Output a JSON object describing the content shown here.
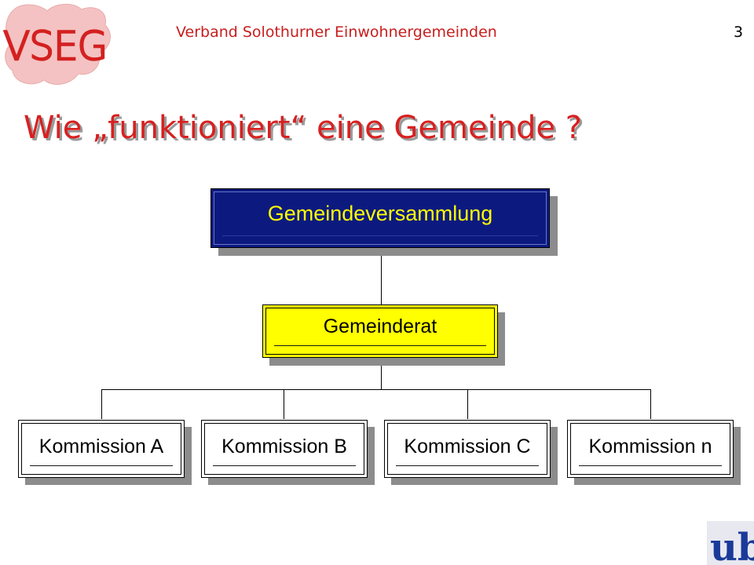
{
  "header": {
    "logo_text": "VSEG",
    "organization": "Verband Solothurner Einwohnergemeinden",
    "page_number": "3"
  },
  "title": "Wie „funktioniert“ eine Gemeinde ?",
  "diagram": {
    "root": "Gemeindeversammlung",
    "council": "Gemeinderat",
    "commissions": [
      "Kommission A",
      "Kommission B",
      "Kommission C",
      "Kommission n"
    ]
  },
  "footer": {
    "logo_text": "ub"
  },
  "colors": {
    "accent_red": "#d82020",
    "root_fill": "#0c1a80",
    "root_text": "#ffff00",
    "council_fill": "#ffff00",
    "leaf_fill": "#ffffff"
  }
}
